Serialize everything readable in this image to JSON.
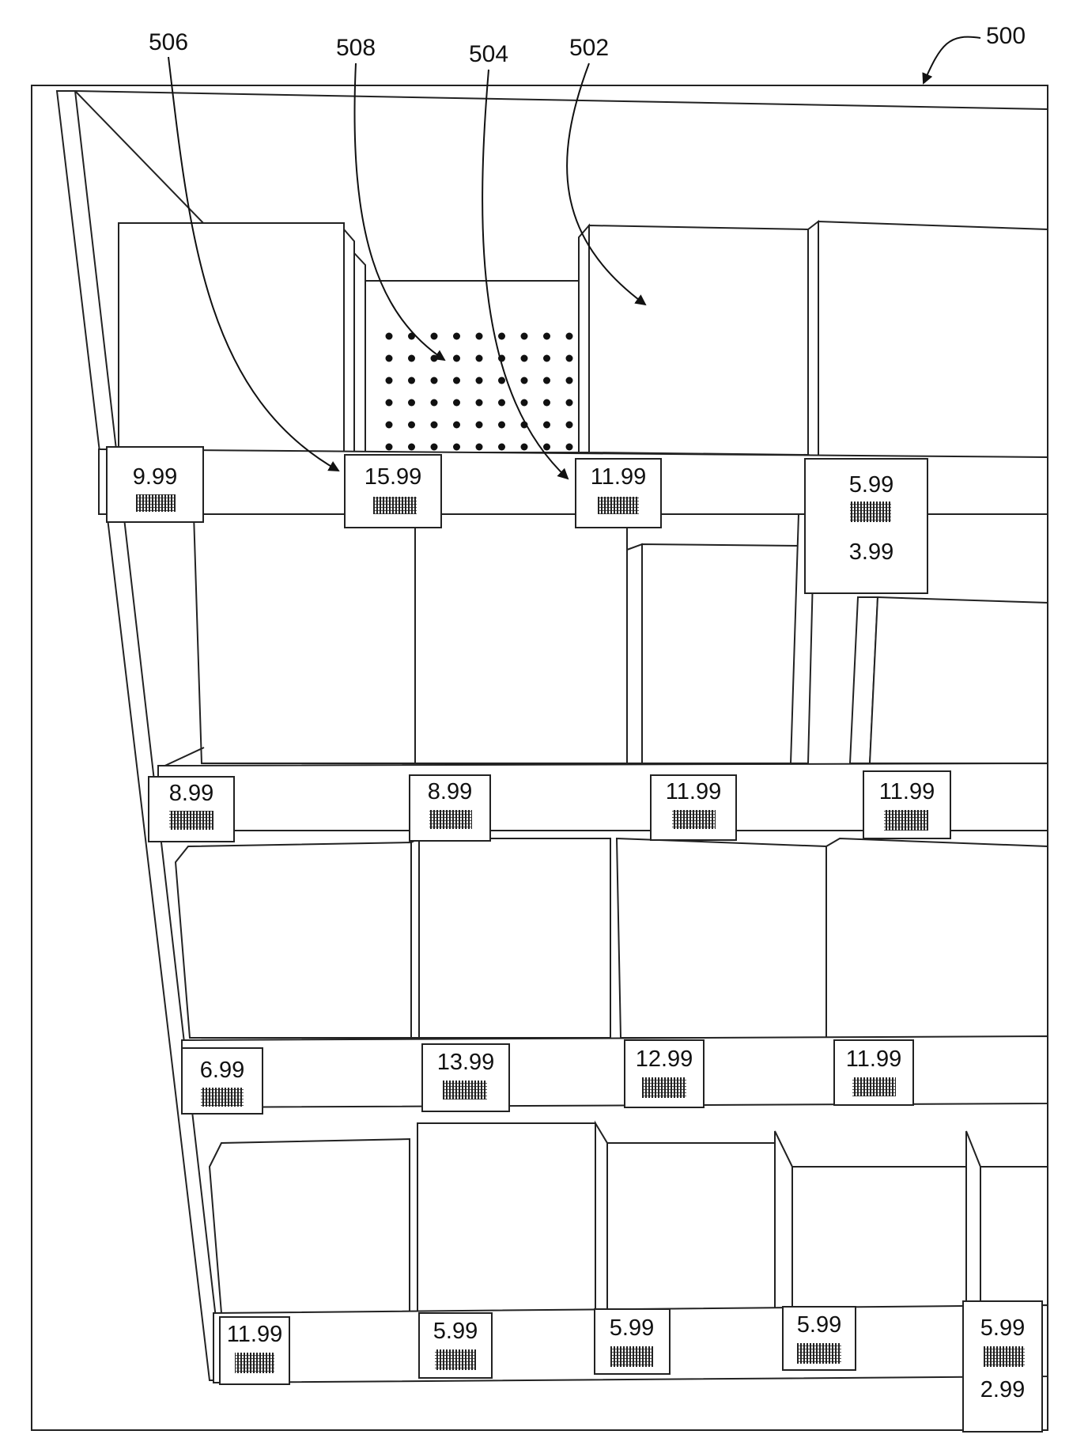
{
  "figure": {
    "refs": {
      "r500": "500",
      "r502": "502",
      "r504": "504",
      "r506": "506",
      "r508": "508"
    },
    "shelf1": {
      "t1": "9.99",
      "t2": "15.99",
      "t3": "11.99",
      "t4": "5.99",
      "t4b": "3.99"
    },
    "shelf2": {
      "t1": "8.99",
      "t2": "8.99",
      "t3": "11.99",
      "t4": "11.99"
    },
    "shelf3": {
      "t1": "6.99",
      "t2": "13.99",
      "t3": "12.99",
      "t4": "11.99"
    },
    "shelf4": {
      "t1": "11.99",
      "t2": "5.99",
      "t3": "5.99",
      "t4": "5.99",
      "t5": "5.99",
      "t5b": "2.99"
    }
  }
}
